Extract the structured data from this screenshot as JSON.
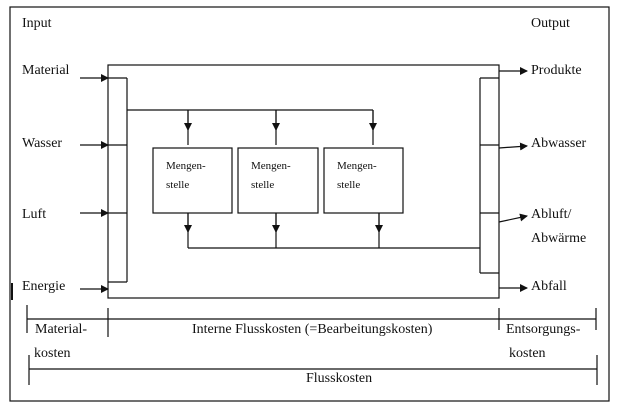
{
  "input_label": "Input",
  "output_label": "Output",
  "inputs": [
    "Material",
    "Wasser",
    "Luft",
    "Energie"
  ],
  "outputs": [
    "Produkte",
    "Abwasser",
    "Abluft/",
    "Abwärme",
    "Abfall"
  ],
  "stations": [
    {
      "line1": "Mengen-",
      "line2": "stelle"
    },
    {
      "line1": "Mengen-",
      "line2": "stelle"
    },
    {
      "line1": "Mengen-",
      "line2": "stelle"
    }
  ],
  "costs": {
    "material_1": "Material-",
    "material_2": "kosten",
    "internal": "Interne Flusskosten (=Bearbeitungskosten)",
    "disposal_1": "Entsorgungs-",
    "disposal_2": "kosten",
    "total": "Flusskosten"
  }
}
